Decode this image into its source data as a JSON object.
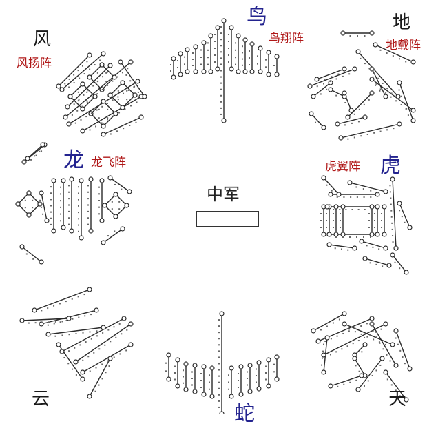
{
  "center": {
    "label": "中军"
  },
  "formations": {
    "feng": {
      "char": "风",
      "name": "风扬阵"
    },
    "niao": {
      "char": "鸟",
      "name": "鸟翔阵"
    },
    "di": {
      "char": "地",
      "name": "地载阵"
    },
    "long": {
      "char": "龙",
      "name": "龙飞阵"
    },
    "hu": {
      "char": "虎",
      "name": "虎翼阵"
    },
    "yun": {
      "char": "云"
    },
    "she": {
      "char": "蛇"
    },
    "tian": {
      "char": "天"
    }
  },
  "colors": {
    "ink": "#2a2a2a",
    "label_red": "#b01818",
    "label_blue": "#23238f"
  }
}
